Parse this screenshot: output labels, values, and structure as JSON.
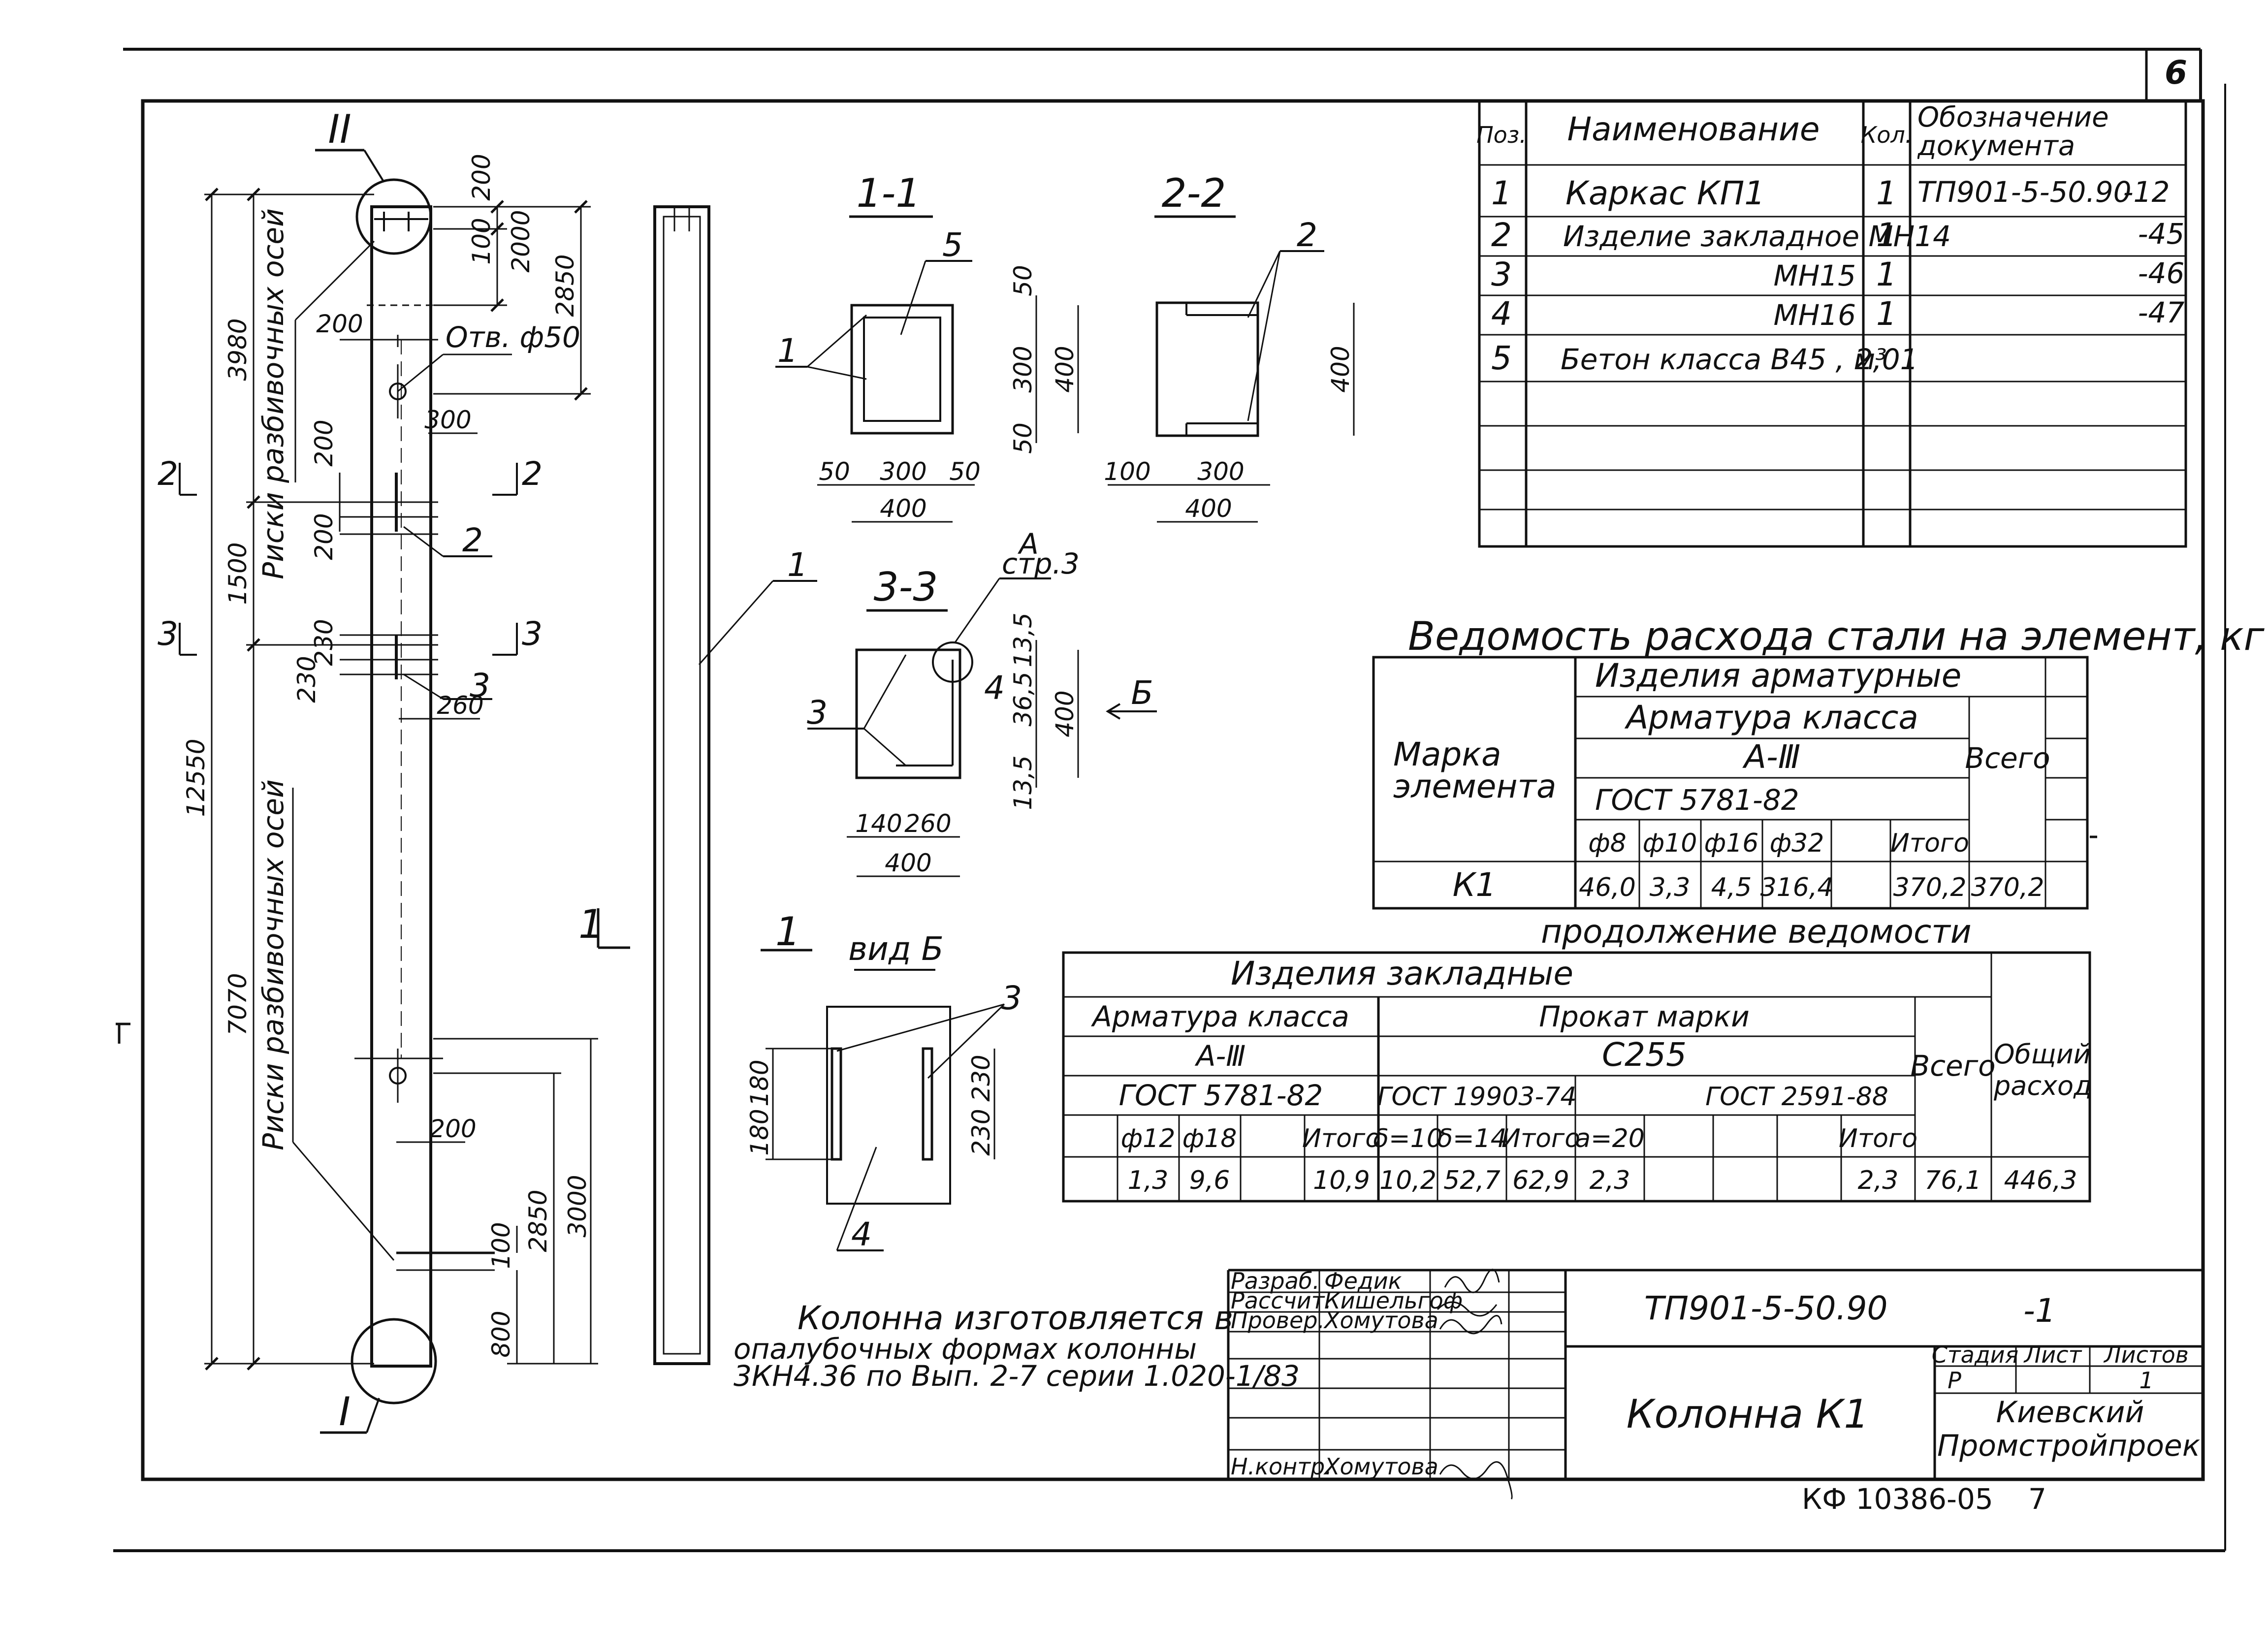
{
  "sheet": {
    "page_number": "6",
    "code_bottom": "КФ 10386-05",
    "code_bottom_no": "7"
  },
  "spec_table": {
    "headers": [
      "Поз.",
      "Наименование",
      "Кол.",
      "Обозначение документа"
    ],
    "rows": [
      {
        "pos": "1",
        "name": "Каркас  КП1",
        "qty": "1",
        "doc": "ТП901-5-50.90",
        "doc_suffix": "-12"
      },
      {
        "pos": "2",
        "name": "Изделие закладное МН14",
        "qty": "1",
        "doc": "",
        "doc_suffix": "-45"
      },
      {
        "pos": "3",
        "name": "МН15",
        "qty": "1",
        "doc": "",
        "doc_suffix": "-46"
      },
      {
        "pos": "4",
        "name": "МН16",
        "qty": "1",
        "doc": "",
        "doc_suffix": "-47"
      },
      {
        "pos": "5",
        "name": "Бетон  класса В45 , м³",
        "qty": "2,01",
        "doc": "",
        "doc_suffix": ""
      }
    ]
  },
  "steel_table": {
    "title": "Ведомость расхода стали на элемент, кг",
    "mark_header": "Марка элемента",
    "group": "Изделия арматурные",
    "class_label": "Арматура класса",
    "class_value": "А-Ⅲ",
    "gost": "ГОСТ 5781-82",
    "total_header": "Всего",
    "cols": [
      "ф8",
      "ф10",
      "ф16",
      "ф32",
      "",
      "Итого"
    ],
    "mark": "К1",
    "values": [
      "46,0",
      "3,3",
      "4,5",
      "316,4",
      "",
      "370,2"
    ],
    "total": "370,2"
  },
  "embed_table": {
    "title": "продолжение ведомости",
    "group": "Изделия закладные",
    "armature_label": "Арматура класса",
    "armature_class": "А-Ⅲ",
    "armature_gost": "ГОСТ 5781-82",
    "rolled_label": "Прокат марки",
    "rolled_grade": "С255",
    "rolled_gost_1": "ГОСТ 19903-74",
    "rolled_gost_2": "ГОСТ 2591-88",
    "total_header": "Всего",
    "grand_header": "Общий расход",
    "cols": [
      "ф12",
      "ф18",
      "",
      "Итого",
      "δ=10",
      "δ=14",
      "Итого",
      "а=20",
      "",
      "",
      "Итого"
    ],
    "values": [
      "1,3",
      "9,6",
      "",
      "10,9",
      "10,2",
      "52,7",
      "62,9",
      "2,3",
      "",
      "",
      "2,3"
    ],
    "total": "76,1",
    "grand_total": "446,3"
  },
  "sections": {
    "s11": "1-1",
    "s22": "2-2",
    "s33": "3-3",
    "view_b": "вид Б",
    "elev_mark": "1",
    "cut2": "2",
    "cut3": "3",
    "node1": "I",
    "node2": "II",
    "ref_a": "А",
    "ref_a_sheet": "стр.3",
    "arrow_b": "Б"
  },
  "elevation": {
    "total_height": "12550",
    "h1": "3980",
    "h2": "1500",
    "h3": "7070",
    "d200_top": "200",
    "d100": "100",
    "d2000": "2000",
    "d2850": "2850",
    "d200_hole": "200",
    "hole": "Отв. ф50",
    "d300": "300",
    "d200b": "200",
    "d200c": "200",
    "d230a": "230",
    "d230b": "230",
    "d260": "260",
    "d200_low": "200",
    "d100_low": "100",
    "d2850_low": "2850",
    "d3000": "3000",
    "d800": "800",
    "loops_top": "Риски разбивочных осей",
    "loops_main": "Риски разбивочных осей",
    "pos1": "1",
    "pos2": "2",
    "pos3": "3",
    "pos4": "4",
    "pos5": "5",
    "note": "Колонна изготовляется в опалубочных формах колонны 3КН4.36 по Вып. 2-7 серии 1.020-1/83"
  },
  "sec_dims": {
    "s11_w": "400",
    "s11_a": "50",
    "s11_b": "300",
    "s11_c": "50",
    "s11_h": "400",
    "s11_h1": "50",
    "s11_h2": "300",
    "s11_h3": "50",
    "s22_w": "400",
    "s22_a": "100",
    "s22_b": "300",
    "s22_h": "400",
    "s33_w": "400",
    "s33_a": "140",
    "s33_b": "260",
    "s33_h": "400",
    "s33_h1": "13,5",
    "s33_h2": "36,5",
    "s33_h3": "13,5",
    "vb_a": "180",
    "vb_b": "180",
    "vb_c": "230",
    "vb_d": "230"
  },
  "title_block": {
    "roles": [
      "Разраб.",
      "Рассчит.",
      "Провер.",
      "",
      "",
      "",
      "Н.контр."
    ],
    "names": [
      "Федик",
      "Кишельгоф",
      "Хомутова",
      "",
      "",
      "",
      "Хомутова"
    ],
    "doc_code": "ТП901-5-50.90",
    "sheet_suffix": "-1",
    "title": "Колонна  К1",
    "stage_label": "Стадия",
    "sheet_label": "Лист",
    "sheets_label": "Листов",
    "stage": "Р",
    "sheets": "1",
    "org": "Киевский Промстройпроект"
  }
}
